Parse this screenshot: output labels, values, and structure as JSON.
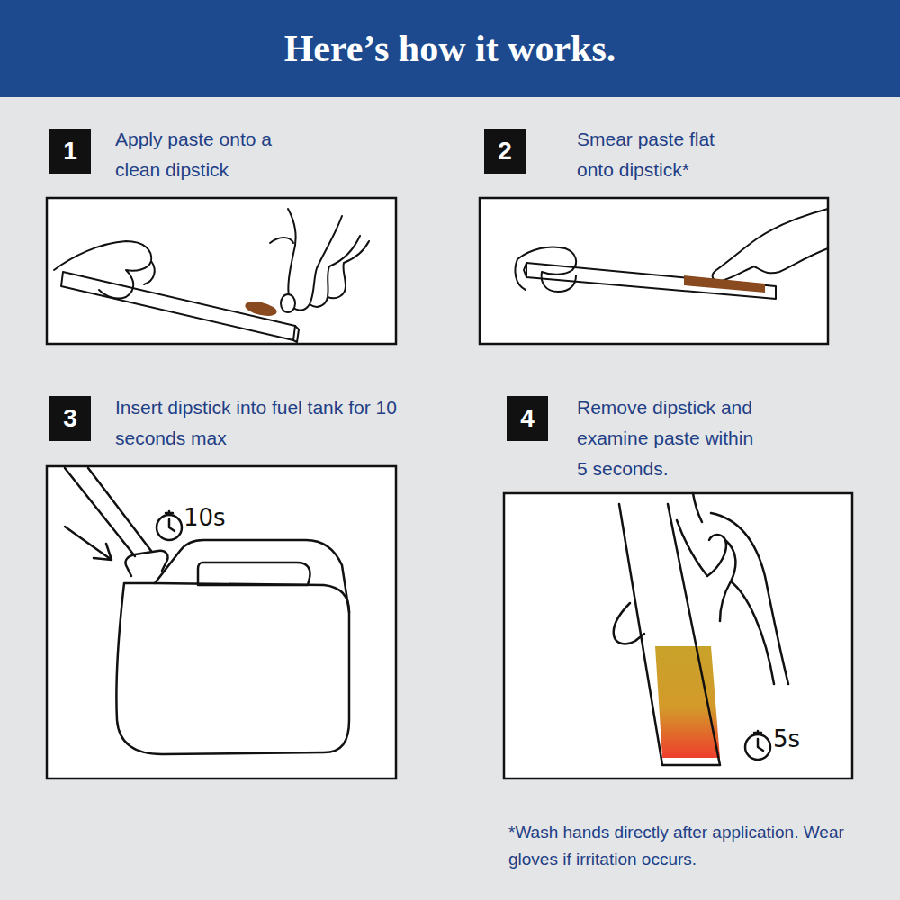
{
  "diagram": {
    "title": "Here’s how it works.",
    "nodes": [
      {
        "text": [
          "1"
        ]
      },
      {
        "text": [
          "2"
        ]
      },
      {
        "text": [
          "3"
        ]
      },
      {
        "text": [
          "4"
        ]
      }
    ],
    "labels": [
      "Apply paste onto a clean dipstick",
      "Smear paste flat onto dipstick*",
      "Insert dipstick into fuel tank for 10 seconds max",
      "Remove dipstick and examine paste within 5 seconds.",
      "10s",
      "5s",
      "*Wash hands directly after application. Wear gloves if irritation occurs."
    ]
  }
}
